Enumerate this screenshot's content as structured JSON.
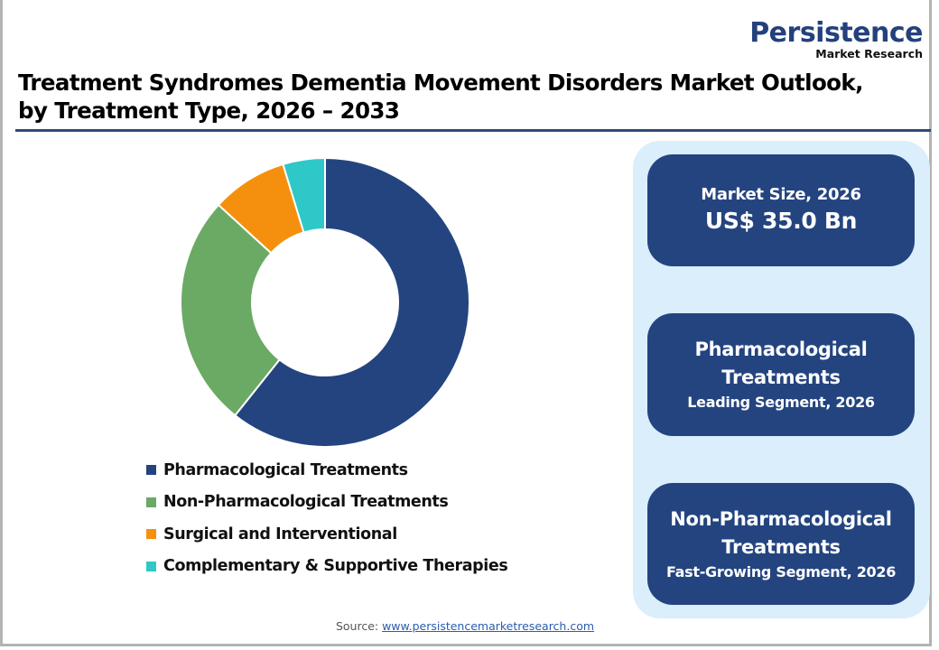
{
  "header": {
    "title_line1": "Treatment Syndromes Dementia Movement Disorders Market Outlook,",
    "title_line2": "by Treatment Type, 2026 – 2033",
    "logo_brand": "Persistence",
    "logo_sub": "Market Research"
  },
  "chart_data": {
    "type": "pie",
    "subtype": "donut",
    "title": "Treatment Syndromes Dementia Movement Disorders Market Outlook, by Treatment Type, 2026 – 2033",
    "categories": [
      "Pharmacological Treatments",
      "Non-Pharmacological Treatments",
      "Surgical and Interventional",
      "Complementary & Supportive Therapies"
    ],
    "values": [
      60.7,
      26.1,
      8.5,
      4.7
    ],
    "colors": [
      "#24447f",
      "#6aaa64",
      "#f5900e",
      "#2ec8c8"
    ],
    "unit": "% share (estimated from slice angles)",
    "legend_position": "bottom"
  },
  "legend": {
    "items": [
      {
        "label": "Pharmacological Treatments",
        "color": "#24447f"
      },
      {
        "label": "Non-Pharmacological Treatments",
        "color": "#6aaa64"
      },
      {
        "label": "Surgical and Interventional",
        "color": "#f5900e"
      },
      {
        "label": "Complementary & Supportive Therapies",
        "color": "#2ec8c8"
      }
    ]
  },
  "cards": {
    "market_size": {
      "label": "Market Size, 2026",
      "value": "US$ 35.0 Bn"
    },
    "leading": {
      "line1": "Pharmacological",
      "line2": "Treatments",
      "caption": "Leading Segment, 2026"
    },
    "fastest": {
      "line1": "Non-Pharmacological",
      "line2": "Treatments",
      "caption": "Fast-Growing Segment, 2026"
    }
  },
  "footer": {
    "source_label": "Source: ",
    "source_link": "www.persistencemarketresearch.com"
  }
}
